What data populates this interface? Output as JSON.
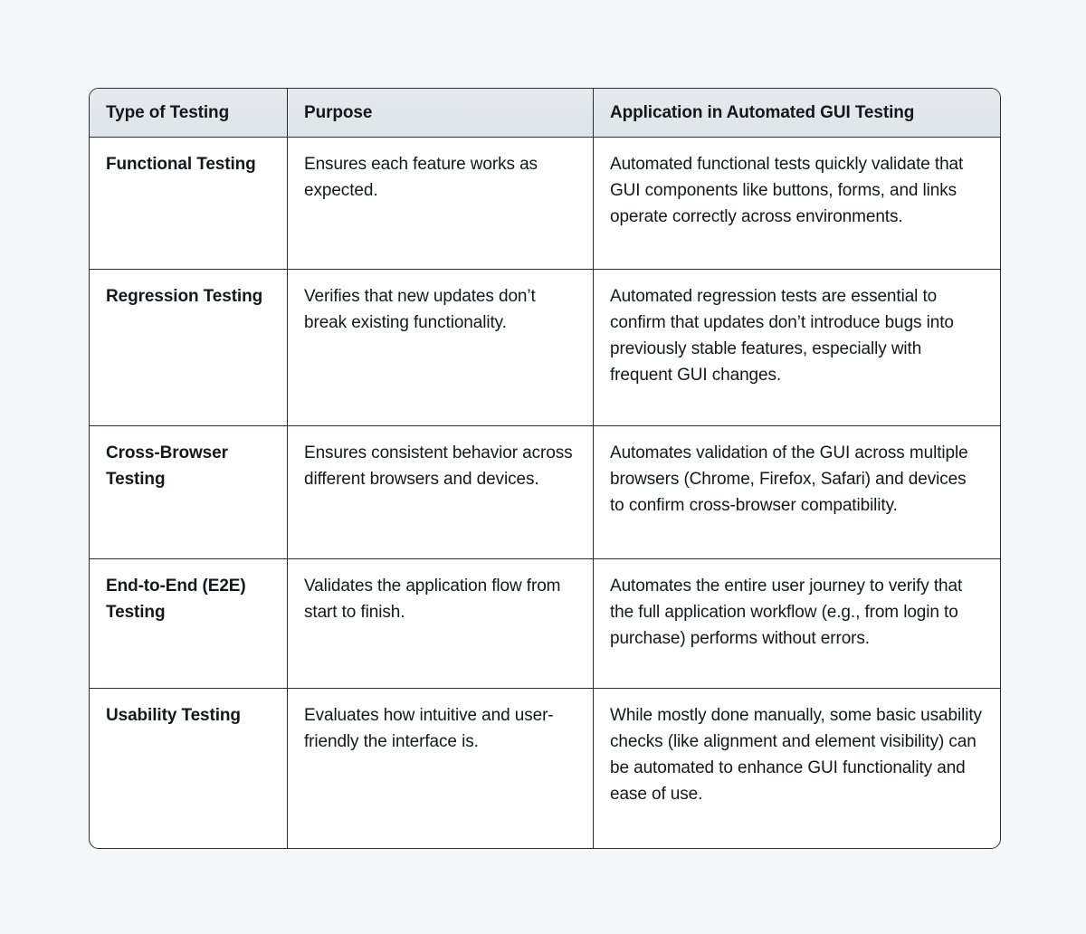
{
  "page": {
    "background_color": "#f6f7f9",
    "table_border_color": "#2b2f33",
    "header_background_color": "#e2e6ea",
    "text_color": "#15181b"
  },
  "table": {
    "columns": [
      {
        "key": "type",
        "label": "Type of Testing"
      },
      {
        "key": "purpose",
        "label": "Purpose"
      },
      {
        "key": "application",
        "label": "Application in Automated GUI Testing"
      }
    ],
    "rows": [
      {
        "type": "Functional Testing",
        "purpose": "Ensures each feature works as expected.",
        "application": "Automated functional tests quickly validate that GUI components like buttons, forms, and links operate correctly across environments."
      },
      {
        "type": "Regression Testing",
        "purpose": "Verifies that new updates don’t break existing functionality.",
        "application": "Automated regression tests are essential to confirm that updates don’t introduce bugs into previously stable features, especially with frequent GUI changes."
      },
      {
        "type": "Cross-Browser Testing",
        "purpose": "Ensures consistent behavior across different browsers and devices.",
        "application": "Automates validation of the GUI across multiple browsers (Chrome, Firefox, Safari) and devices to confirm cross-browser compatibility."
      },
      {
        "type": "End-to-End (E2E) Testing",
        "purpose": "Validates the application flow from start to finish.",
        "application": "Automates the entire user journey to verify that the full application workflow (e.g., from login to purchase) performs without errors."
      },
      {
        "type": "Usability Testing",
        "purpose": "Evaluates how intuitive and user-friendly the interface is.",
        "application": "While mostly done manually, some basic usability checks (like alignment and element visibility) can be automated to enhance GUI functionality and ease of use."
      }
    ]
  }
}
